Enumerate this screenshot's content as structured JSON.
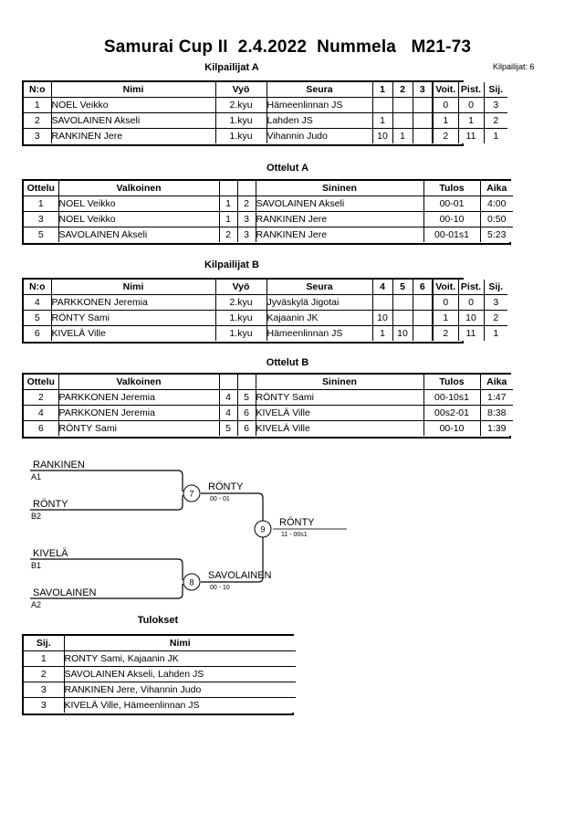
{
  "document": {
    "title": "Samurai Cup II  2.4.2022  Nummela   M21-73",
    "entrants_label": "Kilpailijat: 6"
  },
  "pool_a": {
    "caption": "Kilpailijat A",
    "headers": [
      "N:o",
      "Nimi",
      "Vyö",
      "Seura",
      "1",
      "2",
      "3",
      "Voit.",
      "Pist.",
      "Sij."
    ],
    "rows": [
      {
        "no": "1",
        "name": "NOEL Veikko",
        "belt": "2.kyu",
        "club": "Hämeenlinnan JS",
        "m1": "",
        "m2": "",
        "m3": "",
        "wins": "0",
        "points": "0",
        "rank": "3"
      },
      {
        "no": "2",
        "name": "SAVOLAINEN Akseli",
        "belt": "1.kyu",
        "club": "Lahden JS",
        "m1": "1",
        "m2": "",
        "m3": "",
        "wins": "1",
        "points": "1",
        "rank": "2"
      },
      {
        "no": "3",
        "name": "RANKINEN Jere",
        "belt": "1.kyu",
        "club": "Vihannin Judo",
        "m1": "10",
        "m2": "1",
        "m3": "",
        "wins": "2",
        "points": "11",
        "rank": "1"
      }
    ]
  },
  "matches_a": {
    "caption": "Ottelut A",
    "headers": [
      "Ottelu",
      "Valkoinen",
      "",
      "",
      "Sininen",
      "Tulos",
      "Aika"
    ],
    "rows": [
      {
        "match": "1",
        "white": "NOEL Veikko",
        "wno": "1",
        "bno": "2",
        "blue": "SAVOLAINEN Akseli",
        "result": "00-01",
        "time": "4:00"
      },
      {
        "match": "3",
        "white": "NOEL Veikko",
        "wno": "1",
        "bno": "3",
        "blue": "RANKINEN Jere",
        "result": "00-10",
        "time": "0:50"
      },
      {
        "match": "5",
        "white": "SAVOLAINEN Akseli",
        "wno": "2",
        "bno": "3",
        "blue": "RANKINEN Jere",
        "result": "00-01s1",
        "time": "5:23"
      }
    ]
  },
  "pool_b": {
    "caption": "Kilpailijat B",
    "headers": [
      "N:o",
      "Nimi",
      "Vyö",
      "Seura",
      "4",
      "5",
      "6",
      "Voit.",
      "Pist.",
      "Sij."
    ],
    "rows": [
      {
        "no": "4",
        "name": "PARKKONEN Jeremia",
        "belt": "2.kyu",
        "club": "Jyväskylä Jigotai",
        "m1": "",
        "m2": "",
        "m3": "",
        "wins": "0",
        "points": "0",
        "rank": "3"
      },
      {
        "no": "5",
        "name": "RÖNTY Sami",
        "belt": "1.kyu",
        "club": "Kajaanin JK",
        "m1": "10",
        "m2": "",
        "m3": "",
        "wins": "1",
        "points": "10",
        "rank": "2"
      },
      {
        "no": "6",
        "name": "KIVELÄ Ville",
        "belt": "1.kyu",
        "club": "Hämeenlinnan JS",
        "m1": "1",
        "m2": "10",
        "m3": "",
        "wins": "2",
        "points": "11",
        "rank": "1"
      }
    ]
  },
  "matches_b": {
    "caption": "Ottelut B",
    "headers": [
      "Ottelu",
      "Valkoinen",
      "",
      "",
      "Sininen",
      "Tulos",
      "Aika"
    ],
    "rows": [
      {
        "match": "2",
        "white": "PARKKONEN Jeremia",
        "wno": "4",
        "bno": "5",
        "blue": "RÖNTY Sami",
        "result": "00-10s1",
        "time": "1:47"
      },
      {
        "match": "4",
        "white": "PARKKONEN Jeremia",
        "wno": "4",
        "bno": "6",
        "blue": "KIVELÄ Ville",
        "result": "00s2-01",
        "time": "8:38"
      },
      {
        "match": "6",
        "white": "RÖNTY Sami",
        "wno": "5",
        "bno": "6",
        "blue": "KIVELÄ Ville",
        "result": "00-10",
        "time": "1:39"
      }
    ]
  },
  "bracket": {
    "entries": [
      {
        "name": "RANKINEN",
        "seed": "A1"
      },
      {
        "name": "RÖNTY",
        "seed": "B2"
      },
      {
        "name": "KIVELÄ",
        "seed": "B1"
      },
      {
        "name": "SAVOLAINEN",
        "seed": "A2"
      }
    ],
    "semifinals": [
      {
        "number": "7",
        "winner": "RÖNTY",
        "score": "00 - 01"
      },
      {
        "number": "8",
        "winner": "SAVOLAINEN",
        "score": "00 - 10"
      }
    ],
    "final": {
      "number": "9",
      "winner": "RÖNTY",
      "score": "11 - 00s1"
    }
  },
  "results": {
    "caption": "Tulokset",
    "headers": [
      "Sij.",
      "Nimi"
    ],
    "rows": [
      {
        "rank": "1",
        "name": "RONTY Sami, Kajaanin JK"
      },
      {
        "rank": "2",
        "name": "SAVOLAINEN Akseli, Lahden JS"
      },
      {
        "rank": "3",
        "name": "RANKINEN Jere, Vihannin Judo"
      },
      {
        "rank": "3",
        "name": "KIVELÄ Ville, Hämeenlinnan JS"
      }
    ]
  }
}
